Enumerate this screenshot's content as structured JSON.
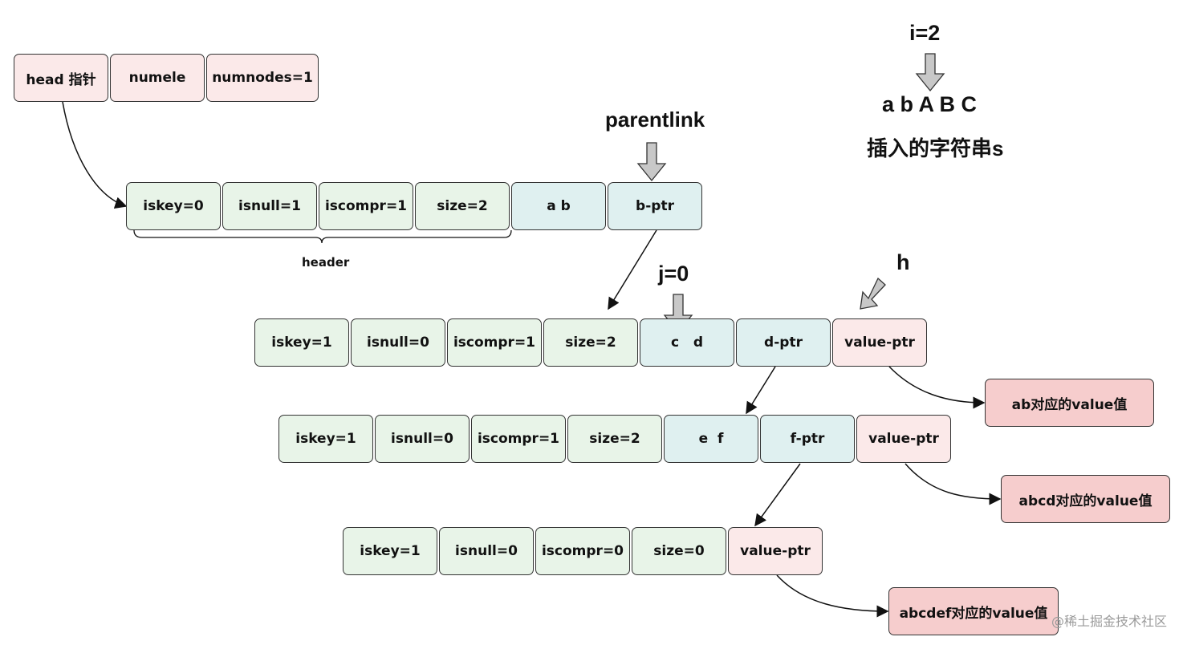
{
  "top_row": [
    "head 指针",
    "numele",
    "numnodes=1"
  ],
  "node1": [
    "iskey=0",
    "isnull=1",
    "iscompr=1",
    "size=2",
    "a b",
    "b-ptr"
  ],
  "node2": [
    "iskey=1",
    "isnull=0",
    "iscompr=1",
    "size=2",
    "c   d",
    "d-ptr",
    "value-ptr"
  ],
  "node3": [
    "iskey=1",
    "isnull=0",
    "iscompr=1",
    "size=2",
    "e  f",
    "f-ptr",
    "value-ptr"
  ],
  "node4": [
    "iskey=1",
    "isnull=0",
    "iscompr=0",
    "size=0",
    "value-ptr"
  ],
  "header_label": "header",
  "parentlink_label": "parentlink",
  "i_label": "i=2",
  "j_label": "j=0",
  "h_label": "h",
  "string_chars": "a b A B C",
  "string_caption": "插入的字符串s",
  "values": {
    "ab": "ab对应的value值",
    "abcd": "abcd对应的value值",
    "abcdef": "abcdef对应的value值"
  },
  "watermark": "@稀土掘金技术社区",
  "colors": {
    "pink": "#fbe9e9",
    "green": "#e8f4e8",
    "teal": "#dff0f0",
    "value_box": "#f6cdcd",
    "pointer_arrow": "#c8c8c8"
  }
}
